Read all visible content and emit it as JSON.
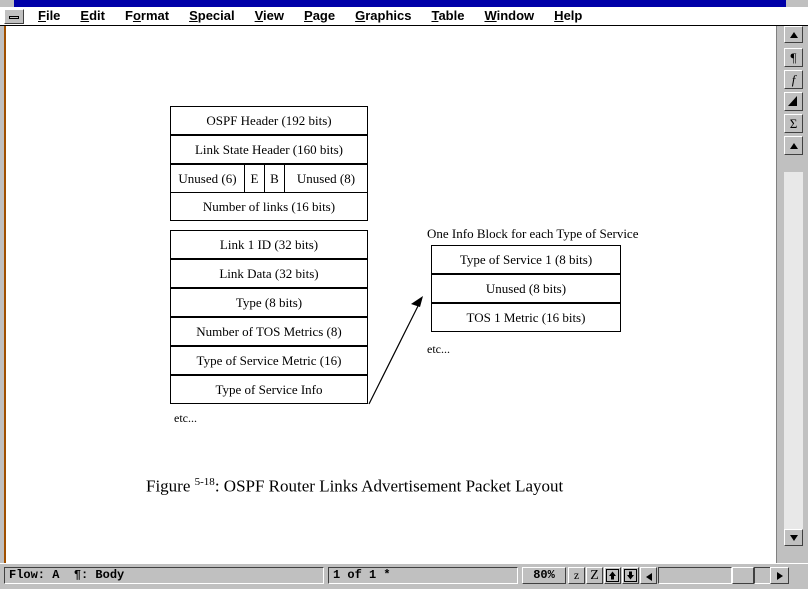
{
  "window": {
    "title_bar_color": "#0000a8",
    "chrome_color": "#c0c0c0",
    "system_menu_icon": "minimize-icon"
  },
  "menubar": {
    "items": [
      {
        "label": "File",
        "pre": "",
        "accel": "F",
        "post": "ile"
      },
      {
        "label": "Edit",
        "pre": "",
        "accel": "E",
        "post": "dit"
      },
      {
        "label": "Format",
        "pre": "F",
        "accel": "o",
        "post": "rmat"
      },
      {
        "label": "Special",
        "pre": "",
        "accel": "S",
        "post": "pecial"
      },
      {
        "label": "View",
        "pre": "",
        "accel": "V",
        "post": "iew"
      },
      {
        "label": "Page",
        "pre": "",
        "accel": "P",
        "post": "age"
      },
      {
        "label": "Graphics",
        "pre": "",
        "accel": "G",
        "post": "raphics"
      },
      {
        "label": "Table",
        "pre": "",
        "accel": "T",
        "post": "able"
      },
      {
        "label": "Window",
        "pre": "",
        "accel": "W",
        "post": "indow"
      },
      {
        "label": "Help",
        "pre": "",
        "accel": "H",
        "post": "elp"
      }
    ]
  },
  "document": {
    "packet_header_block": {
      "rows": [
        {
          "label": "OSPF Header (192 bits)"
        },
        {
          "label": "Link State Header (160 bits)"
        }
      ],
      "flag_row": [
        {
          "label": "Unused (6)"
        },
        {
          "label": "E"
        },
        {
          "label": "B"
        },
        {
          "label": "Unused (8)"
        }
      ],
      "links_row": {
        "label": "Number of links (16 bits)"
      }
    },
    "link_block": {
      "rows": [
        {
          "label": "Link 1 ID (32 bits)"
        },
        {
          "label": "Link Data (32 bits)"
        },
        {
          "label": "Type (8 bits)"
        },
        {
          "label": "Number of TOS Metrics (8)"
        },
        {
          "label": "Type of Service Metric (16)"
        },
        {
          "label": "Type of Service Info"
        }
      ],
      "etc_label": "etc..."
    },
    "tos_block": {
      "caption": "One Info Block for each Type of Service",
      "rows": [
        {
          "label": "Type of Service 1 (8 bits)"
        },
        {
          "label": "Unused (8 bits)"
        },
        {
          "label": "TOS 1 Metric (16 bits)"
        }
      ],
      "etc_label": "etc..."
    },
    "figure_caption": {
      "prefix": "Figure",
      "number": "5-18",
      "text": ": OSPF Router Links Advertisement Packet Layout"
    }
  },
  "right_toolbar": {
    "buttons": [
      {
        "icon": "pilcrow-icon",
        "glyph": "¶"
      },
      {
        "icon": "italic-f-icon",
        "glyph": "f"
      },
      {
        "icon": "angle-icon",
        "glyph": "◥"
      },
      {
        "icon": "sigma-icon",
        "glyph": "Σ"
      },
      {
        "icon": "arrow-up-icon",
        "glyph": "↑"
      }
    ]
  },
  "statusbar": {
    "flow_label": "Flow: A",
    "paragraph_label": "¶: Body",
    "page_indicator": "1 of 1 *",
    "zoom_level": "80%",
    "buttons": [
      {
        "name": "zoom-out-button",
        "glyph": "z"
      },
      {
        "name": "zoom-in-button",
        "glyph": "Z"
      },
      {
        "name": "previous-page-button",
        "glyph": "⬆"
      },
      {
        "name": "next-page-button",
        "glyph": "⬇"
      },
      {
        "name": "scroll-left-button",
        "glyph": "←"
      }
    ]
  }
}
